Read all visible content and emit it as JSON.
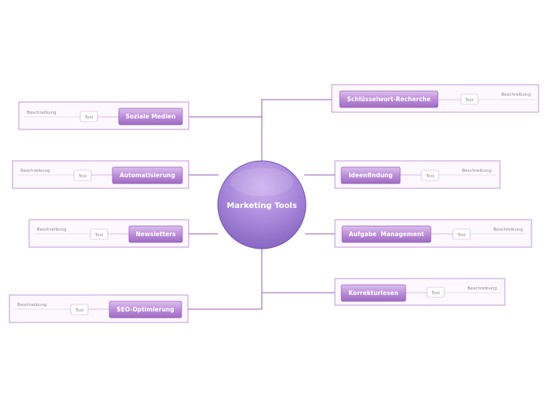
{
  "center": {
    "label": "Marketing Tools"
  },
  "branches": [
    {
      "id": "soziale-medien",
      "label": "Soziale Medien",
      "tool": "Tool",
      "description": "Beschreibung",
      "side": "left"
    },
    {
      "id": "automatisierung",
      "label": "Automatisierung",
      "tool": "Tool",
      "description": "Beschreibung",
      "side": "left"
    },
    {
      "id": "newsletters",
      "label": "Newsletters",
      "tool": "Tool",
      "description": "Beschreibung",
      "side": "left"
    },
    {
      "id": "seo-optimierung",
      "label": "SEO-Optimierung",
      "tool": "Tool",
      "description": "Beschreibung",
      "side": "left"
    },
    {
      "id": "schluesselwort-recherche",
      "label": "Schlüsselwort-Recherche",
      "tool": "Tool",
      "description": "Beschreibung",
      "side": "right"
    },
    {
      "id": "ideenfindung",
      "label": "Ideenfindung",
      "tool": "Tool",
      "description": "Beschreibung",
      "side": "right"
    },
    {
      "id": "aufgabe-management",
      "label": "Aufgabe  Management",
      "tool": "Tool",
      "description": "Beschreibung",
      "side": "right"
    },
    {
      "id": "korrekturlesen",
      "label": "Korrekturlesen",
      "tool": "Tool",
      "description": "Beschreibung",
      "side": "right"
    }
  ],
  "colors": {
    "line": "#9a5cb5",
    "node_top": "#d9b8ea",
    "node_bottom": "#a677c6",
    "frame_border": "#b57fcf",
    "frame_fill": "#fdf8fe",
    "center_top": "#c8a8ea",
    "center_bottom": "#8a62c0"
  }
}
